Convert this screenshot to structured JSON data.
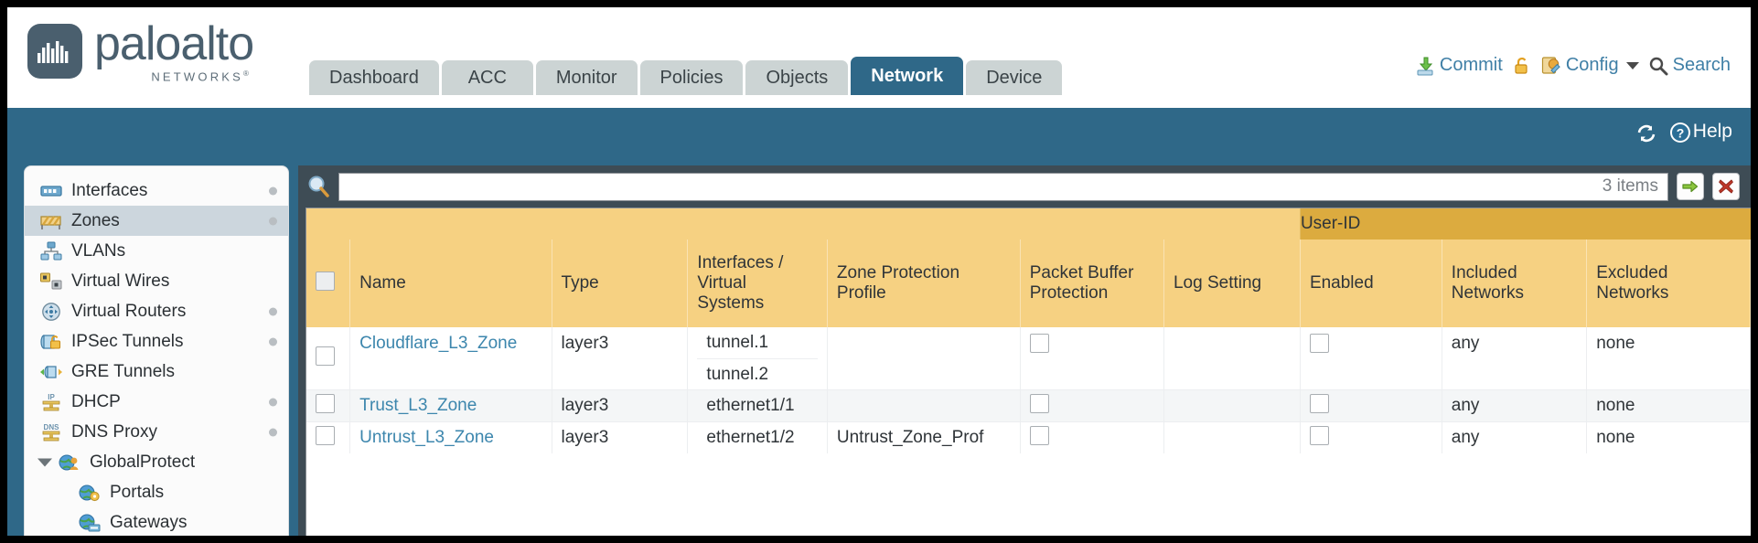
{
  "brand": {
    "name": "paloalto",
    "tagline": "NETWORKS",
    "registered": "®"
  },
  "nav": {
    "tabs": [
      {
        "label": "Dashboard",
        "active": false
      },
      {
        "label": "ACC",
        "active": false
      },
      {
        "label": "Monitor",
        "active": false
      },
      {
        "label": "Policies",
        "active": false
      },
      {
        "label": "Objects",
        "active": false
      },
      {
        "label": "Network",
        "active": true
      },
      {
        "label": "Device",
        "active": false
      }
    ],
    "actions": {
      "commit": "Commit",
      "lock": "",
      "config": "Config",
      "search": "Search"
    }
  },
  "subbar": {
    "refresh": "",
    "help": "Help"
  },
  "sidebar": {
    "items": [
      {
        "label": "Interfaces",
        "icon": "interfaces-icon",
        "selected": false,
        "dot": true,
        "child": false,
        "caret": false
      },
      {
        "label": "Zones",
        "icon": "zones-icon",
        "selected": true,
        "dot": true,
        "child": false,
        "caret": false
      },
      {
        "label": "VLANs",
        "icon": "vlans-icon",
        "selected": false,
        "dot": false,
        "child": false,
        "caret": false
      },
      {
        "label": "Virtual Wires",
        "icon": "virtual-wires-icon",
        "selected": false,
        "dot": false,
        "child": false,
        "caret": false
      },
      {
        "label": "Virtual Routers",
        "icon": "virtual-routers-icon",
        "selected": false,
        "dot": true,
        "child": false,
        "caret": false
      },
      {
        "label": "IPSec Tunnels",
        "icon": "ipsec-tunnels-icon",
        "selected": false,
        "dot": true,
        "child": false,
        "caret": false
      },
      {
        "label": "GRE Tunnels",
        "icon": "gre-tunnels-icon",
        "selected": false,
        "dot": false,
        "child": false,
        "caret": false
      },
      {
        "label": "DHCP",
        "icon": "dhcp-icon",
        "selected": false,
        "dot": true,
        "child": false,
        "caret": false
      },
      {
        "label": "DNS Proxy",
        "icon": "dns-proxy-icon",
        "selected": false,
        "dot": true,
        "child": false,
        "caret": false
      },
      {
        "label": "GlobalProtect",
        "icon": "globalprotect-icon",
        "selected": false,
        "dot": false,
        "child": false,
        "caret": true
      },
      {
        "label": "Portals",
        "icon": "portals-icon",
        "selected": false,
        "dot": false,
        "child": true,
        "caret": false
      },
      {
        "label": "Gateways",
        "icon": "gateways-icon",
        "selected": false,
        "dot": false,
        "child": true,
        "caret": false
      }
    ]
  },
  "search": {
    "value": "",
    "placeholder": "",
    "items_count": "3 items",
    "apply_icon": "green-arrow-icon",
    "clear_icon": "red-x-icon"
  },
  "table": {
    "group_header": "User-ID",
    "columns": [
      "Name",
      "Type",
      "Interfaces / Virtual Systems",
      "Zone Protection Profile",
      "Packet Buffer Protection",
      "Log Setting",
      "Enabled",
      "Included Networks",
      "Excluded Networks"
    ],
    "rows": [
      {
        "name": "Cloudflare_L3_Zone",
        "type": "layer3",
        "interfaces": [
          "tunnel.1",
          "tunnel.2"
        ],
        "zone_protection_profile": "",
        "packet_buffer_protection": false,
        "log_setting": "",
        "userid_enabled": false,
        "included_networks": "any",
        "excluded_networks": "none"
      },
      {
        "name": "Trust_L3_Zone",
        "type": "layer3",
        "interfaces": [
          "ethernet1/1"
        ],
        "zone_protection_profile": "",
        "packet_buffer_protection": false,
        "log_setting": "",
        "userid_enabled": false,
        "included_networks": "any",
        "excluded_networks": "none"
      },
      {
        "name": "Untrust_L3_Zone",
        "type": "layer3",
        "interfaces": [
          "ethernet1/2"
        ],
        "zone_protection_profile": "Untrust_Zone_Prof",
        "packet_buffer_protection": false,
        "log_setting": "",
        "userid_enabled": false,
        "included_networks": "any",
        "excluded_networks": "none"
      }
    ]
  },
  "colors": {
    "brand_teal": "#2f6888",
    "header_amber": "#f6d182",
    "group_amber": "#dcab3f",
    "link_blue": "#3c86ad",
    "tab_gray": "#ccd4d4"
  }
}
